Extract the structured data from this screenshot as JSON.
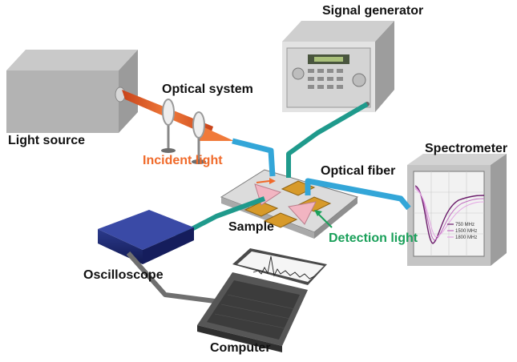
{
  "labels": {
    "light_source": "Light source",
    "optical_system": "Optical system",
    "signal_generator": "Signal generator",
    "incident_light": "Incident light",
    "optical_fiber": "Optical fiber",
    "spectrometer": "Spectrometer",
    "sample": "Sample",
    "detection_light": "Detection light",
    "oscilloscope": "Oscilloscope",
    "computer": "Computer"
  },
  "spectrometer_legend": [
    "750 MHz",
    "1500 MHz",
    "1800 MHz"
  ],
  "colors": {
    "incident_light": "#f06a2a",
    "detection_light": "#1aa05a",
    "fiber_blue": "#33a6d8",
    "fiber_teal": "#1f9a8c",
    "oscilloscope_body": "#1e2a6e",
    "box_gray": "#a8a8a8"
  }
}
